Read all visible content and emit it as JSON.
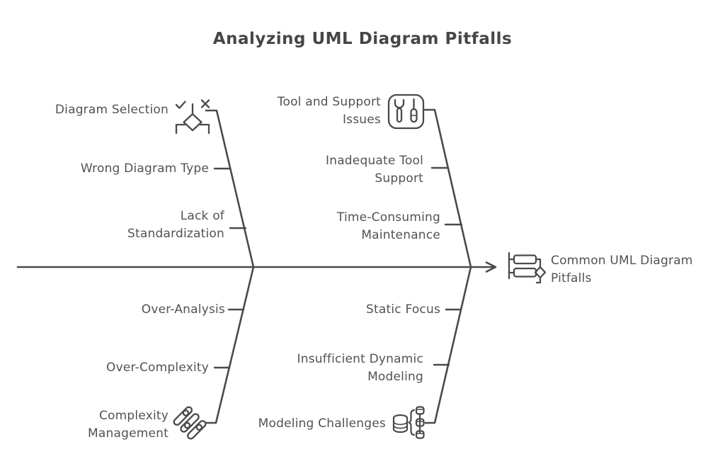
{
  "title": "Analyzing UML Diagram Pitfalls",
  "colors": {
    "line": "#4a4a4a",
    "text": "#525252",
    "title": "#464646",
    "background": "#ffffff"
  },
  "head": {
    "label": "Common UML Diagram Pitfalls",
    "icon": "flowchart-icon"
  },
  "branches": [
    {
      "id": "diagram-selection",
      "label": "Diagram Selection",
      "icon": "decision-check-x-icon",
      "position": "top-left",
      "causes": [
        "Wrong Diagram Type",
        "Lack of Standardization"
      ]
    },
    {
      "id": "tool-and-support-issues",
      "label": "Tool and Support Issues",
      "icon": "wrench-screwdriver-icon",
      "position": "top-right",
      "causes": [
        "Inadequate Tool Support",
        "Time-Consuming Maintenance"
      ]
    },
    {
      "id": "complexity-management",
      "label": "Complexity Management",
      "icon": "sliders-icon",
      "position": "bottom-left",
      "causes": [
        "Over-Analysis",
        "Over-Complexity"
      ]
    },
    {
      "id": "modeling-challenges",
      "label": "Modeling Challenges",
      "icon": "database-schema-icon",
      "position": "bottom-right",
      "causes": [
        "Static Focus",
        "Insufficient Dynamic Modeling"
      ]
    }
  ]
}
